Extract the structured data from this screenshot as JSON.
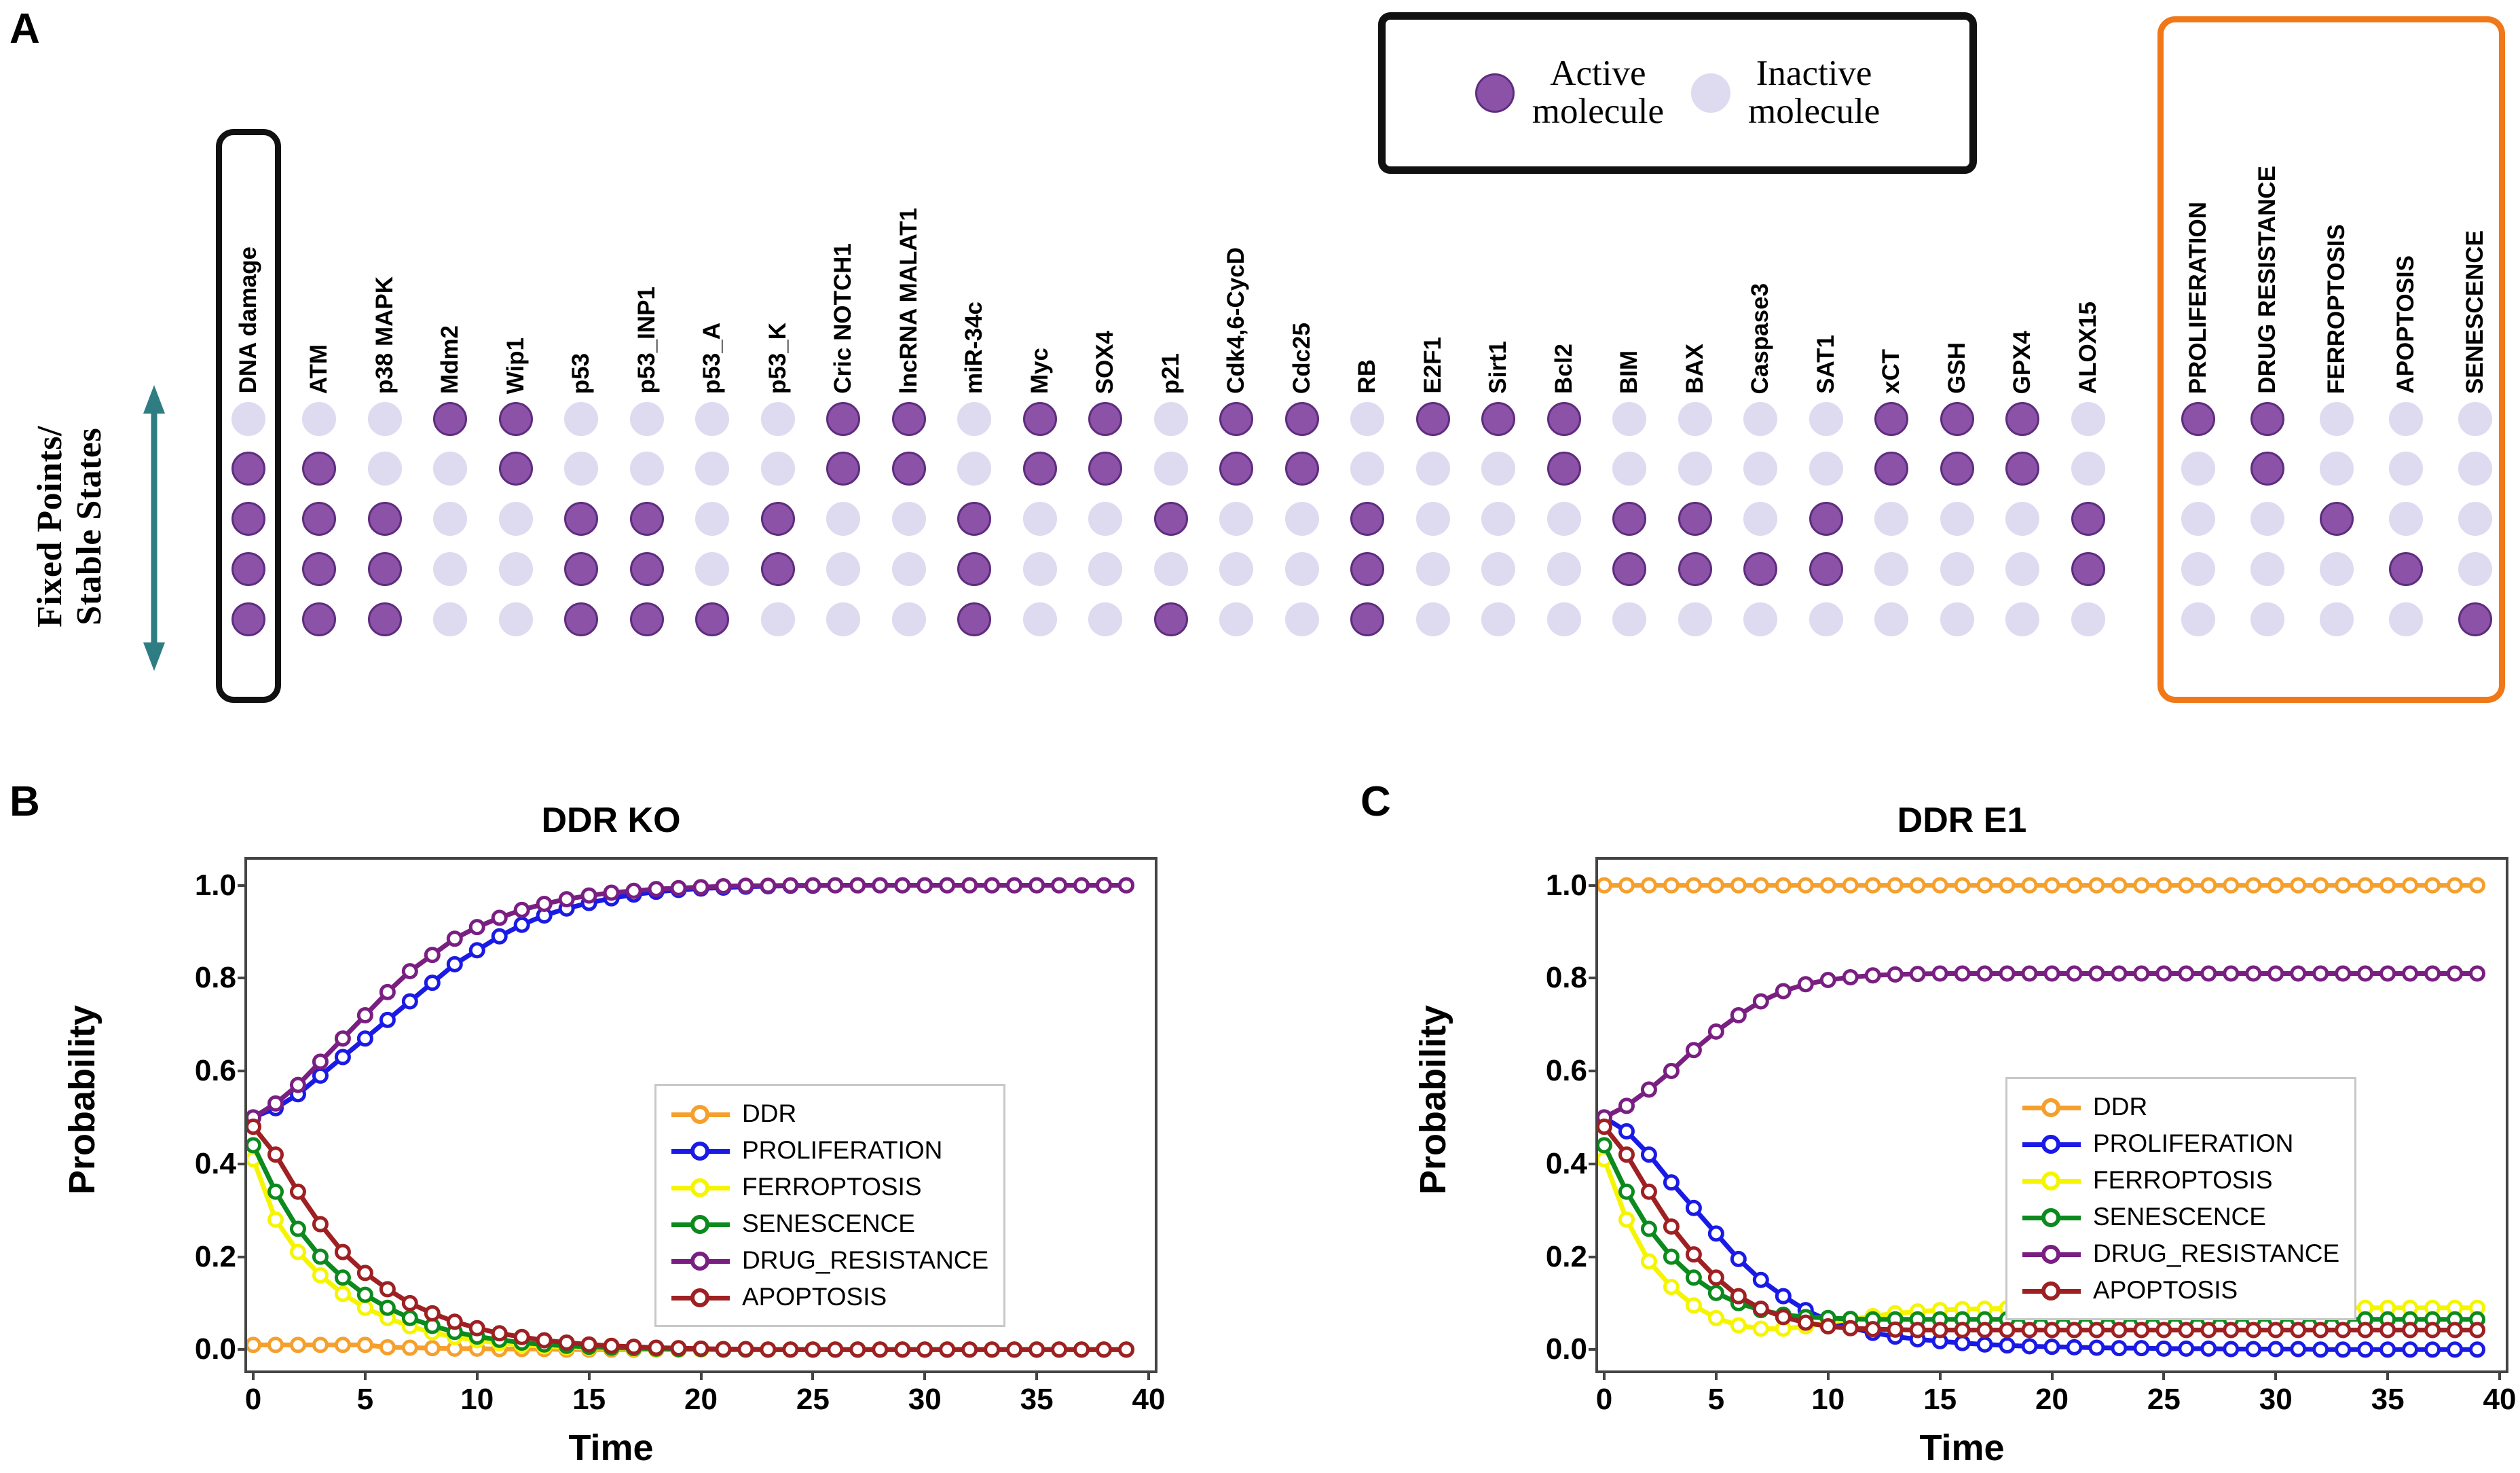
{
  "panels": {
    "a_letter": "A",
    "b_letter": "B",
    "c_letter": "C"
  },
  "panel_a": {
    "axis_label": "Fixed Points/\nStable States",
    "legend": {
      "active_label": "Active\nmolecule",
      "inactive_label": "Inactive\nmolecule",
      "active_color": "#8C52A8",
      "inactive_color": "#DEDAF0"
    },
    "highlight_boxes": {
      "input_box_color": "#111111",
      "input_box_column": "DNA damage",
      "phenotype_box_color": "#F07818",
      "phenotype_box_columns": [
        "PROLIFERATION",
        "DRUG RESISTANCE",
        "FERROPTOSIS",
        "APOPTOSIS",
        "SENESCENCE"
      ]
    },
    "columns": [
      "DNA damage",
      "ATM",
      "p38 MAPK",
      "Mdm2",
      "Wip1",
      "p53",
      "p53_INP1",
      "p53_A",
      "p53_K",
      "Cric NOTCH1",
      "lncRNA MALAT1",
      "miR-34c",
      "Myc",
      "SOX4",
      "p21",
      "Cdk4,6-CycD",
      "Cdc25",
      "RB",
      "E2F1",
      "Sirt1",
      "Bcl2",
      "BIM",
      "BAX",
      "Caspase3",
      "SAT1",
      "xCT",
      "GSH",
      "GPX4",
      "ALOX15",
      "PROLIFERATION",
      "DRUG RESISTANCE",
      "FERROPTOSIS",
      "APOPTOSIS",
      "SENESCENCE"
    ],
    "rows": [
      {
        "name": "state-1",
        "values": [
          0,
          0,
          0,
          1,
          1,
          0,
          0,
          0,
          0,
          1,
          1,
          0,
          1,
          1,
          0,
          1,
          1,
          0,
          1,
          1,
          1,
          0,
          0,
          0,
          0,
          1,
          1,
          1,
          0,
          1,
          1,
          0,
          0,
          0
        ]
      },
      {
        "name": "state-2",
        "values": [
          1,
          1,
          0,
          0,
          1,
          0,
          0,
          0,
          0,
          1,
          1,
          0,
          1,
          1,
          0,
          1,
          1,
          0,
          0,
          0,
          1,
          0,
          0,
          0,
          0,
          1,
          1,
          1,
          0,
          0,
          1,
          0,
          0,
          0
        ]
      },
      {
        "name": "state-3",
        "values": [
          1,
          1,
          1,
          0,
          0,
          1,
          1,
          0,
          1,
          0,
          0,
          1,
          0,
          0,
          1,
          0,
          0,
          1,
          0,
          0,
          0,
          1,
          1,
          0,
          1,
          0,
          0,
          0,
          1,
          0,
          0,
          1,
          0,
          0
        ]
      },
      {
        "name": "state-4",
        "values": [
          1,
          1,
          1,
          0,
          0,
          1,
          1,
          0,
          1,
          0,
          0,
          1,
          0,
          0,
          0,
          0,
          0,
          1,
          0,
          0,
          0,
          1,
          1,
          1,
          1,
          0,
          0,
          0,
          1,
          0,
          0,
          0,
          1,
          0
        ]
      },
      {
        "name": "state-5",
        "values": [
          1,
          1,
          1,
          0,
          0,
          1,
          1,
          1,
          0,
          0,
          0,
          1,
          0,
          0,
          1,
          0,
          0,
          1,
          0,
          0,
          0,
          0,
          0,
          0,
          0,
          0,
          0,
          0,
          0,
          0,
          0,
          0,
          0,
          1
        ]
      }
    ]
  },
  "chart_data": [
    {
      "panel": "B",
      "type": "line",
      "title": "DDR KO",
      "xlabel": "Time",
      "ylabel": "Probability",
      "xlim": [
        0,
        40
      ],
      "ylim": [
        0.0,
        1.0
      ],
      "xticks": [
        0,
        5,
        10,
        15,
        20,
        25,
        30,
        35,
        40
      ],
      "yticks": [
        "0.0",
        "0.2",
        "0.4",
        "0.6",
        "0.8",
        "1.0"
      ],
      "grid": false,
      "legend_position": "center-right",
      "marker": "open-circle",
      "series": [
        {
          "name": "DDR",
          "color": "#F5A02D",
          "values": [
            0.01,
            0.01,
            0.01,
            0.01,
            0.01,
            0.01,
            0.005,
            0.004,
            0.003,
            0.002,
            0.002,
            0.001,
            0.001,
            0.001,
            0.0,
            0.0,
            0.0,
            0.0,
            0.0,
            0.0,
            0.0,
            0.0,
            0.0,
            0.0,
            0.0,
            0.0,
            0.0,
            0.0,
            0.0,
            0.0,
            0.0,
            0.0,
            0.0,
            0.0,
            0.0,
            0.0,
            0.0,
            0.0,
            0.0,
            0.0
          ]
        },
        {
          "name": "PROLIFERATION",
          "color": "#1A1AE6",
          "values": [
            0.5,
            0.52,
            0.55,
            0.59,
            0.63,
            0.67,
            0.71,
            0.75,
            0.79,
            0.83,
            0.86,
            0.89,
            0.915,
            0.935,
            0.95,
            0.962,
            0.972,
            0.98,
            0.986,
            0.99,
            0.993,
            0.995,
            0.997,
            0.998,
            0.999,
            0.999,
            1.0,
            1.0,
            1.0,
            1.0,
            1.0,
            1.0,
            1.0,
            1.0,
            1.0,
            1.0,
            1.0,
            1.0,
            1.0,
            1.0
          ]
        },
        {
          "name": "FERROPTOSIS",
          "color": "#F5F500",
          "values": [
            0.41,
            0.28,
            0.21,
            0.16,
            0.12,
            0.09,
            0.068,
            0.05,
            0.037,
            0.027,
            0.02,
            0.014,
            0.01,
            0.007,
            0.005,
            0.004,
            0.003,
            0.002,
            0.001,
            0.001,
            0.0,
            0.0,
            0.0,
            0.0,
            0.0,
            0.0,
            0.0,
            0.0,
            0.0,
            0.0,
            0.0,
            0.0,
            0.0,
            0.0,
            0.0,
            0.0,
            0.0,
            0.0,
            0.0,
            0.0
          ]
        },
        {
          "name": "SENESCENCE",
          "color": "#0C8A1E",
          "values": [
            0.44,
            0.34,
            0.26,
            0.2,
            0.155,
            0.118,
            0.09,
            0.068,
            0.051,
            0.038,
            0.028,
            0.021,
            0.015,
            0.011,
            0.008,
            0.006,
            0.004,
            0.003,
            0.002,
            0.001,
            0.001,
            0.0,
            0.0,
            0.0,
            0.0,
            0.0,
            0.0,
            0.0,
            0.0,
            0.0,
            0.0,
            0.0,
            0.0,
            0.0,
            0.0,
            0.0,
            0.0,
            0.0,
            0.0,
            0.0
          ]
        },
        {
          "name": "DRUG_RESISTANCE",
          "color": "#7A1F82",
          "values": [
            0.5,
            0.53,
            0.57,
            0.62,
            0.67,
            0.72,
            0.77,
            0.815,
            0.85,
            0.885,
            0.91,
            0.93,
            0.947,
            0.96,
            0.97,
            0.978,
            0.984,
            0.988,
            0.992,
            0.994,
            0.996,
            0.998,
            0.999,
            0.999,
            1.0,
            1.0,
            1.0,
            1.0,
            1.0,
            1.0,
            1.0,
            1.0,
            1.0,
            1.0,
            1.0,
            1.0,
            1.0,
            1.0,
            1.0,
            1.0
          ]
        },
        {
          "name": "APOPTOSIS",
          "color": "#9E2022",
          "values": [
            0.48,
            0.42,
            0.34,
            0.27,
            0.21,
            0.165,
            0.13,
            0.1,
            0.078,
            0.06,
            0.046,
            0.035,
            0.027,
            0.02,
            0.015,
            0.011,
            0.008,
            0.006,
            0.004,
            0.003,
            0.002,
            0.001,
            0.001,
            0.0,
            0.0,
            0.0,
            0.0,
            0.0,
            0.0,
            0.0,
            0.0,
            0.0,
            0.0,
            0.0,
            0.0,
            0.0,
            0.0,
            0.0,
            0.0,
            0.0
          ]
        }
      ]
    },
    {
      "panel": "C",
      "type": "line",
      "title": "DDR E1",
      "xlabel": "Time",
      "ylabel": "Probability",
      "xlim": [
        0,
        40
      ],
      "ylim": [
        0.0,
        1.0
      ],
      "xticks": [
        0,
        5,
        10,
        15,
        20,
        25,
        30,
        35,
        40
      ],
      "yticks": [
        "0.0",
        "0.2",
        "0.4",
        "0.6",
        "0.8",
        "1.0"
      ],
      "grid": false,
      "legend_position": "center-right",
      "marker": "open-circle",
      "series": [
        {
          "name": "DDR",
          "color": "#F5A02D",
          "values": [
            1.0,
            1.0,
            1.0,
            1.0,
            1.0,
            1.0,
            1.0,
            1.0,
            1.0,
            1.0,
            1.0,
            1.0,
            1.0,
            1.0,
            1.0,
            1.0,
            1.0,
            1.0,
            1.0,
            1.0,
            1.0,
            1.0,
            1.0,
            1.0,
            1.0,
            1.0,
            1.0,
            1.0,
            1.0,
            1.0,
            1.0,
            1.0,
            1.0,
            1.0,
            1.0,
            1.0,
            1.0,
            1.0,
            1.0,
            1.0
          ]
        },
        {
          "name": "PROLIFERATION",
          "color": "#1A1AE6",
          "values": [
            0.5,
            0.47,
            0.42,
            0.36,
            0.305,
            0.25,
            0.195,
            0.15,
            0.115,
            0.085,
            0.063,
            0.047,
            0.036,
            0.028,
            0.022,
            0.018,
            0.014,
            0.011,
            0.009,
            0.007,
            0.006,
            0.005,
            0.004,
            0.003,
            0.003,
            0.002,
            0.002,
            0.002,
            0.001,
            0.001,
            0.001,
            0.001,
            0.0,
            0.0,
            0.0,
            0.0,
            0.0,
            0.0,
            0.0,
            0.0
          ]
        },
        {
          "name": "FERROPTOSIS",
          "color": "#F5F500",
          "values": [
            0.41,
            0.28,
            0.19,
            0.135,
            0.095,
            0.068,
            0.052,
            0.045,
            0.045,
            0.05,
            0.058,
            0.065,
            0.072,
            0.078,
            0.082,
            0.085,
            0.087,
            0.088,
            0.089,
            0.09,
            0.09,
            0.09,
            0.09,
            0.09,
            0.09,
            0.09,
            0.09,
            0.09,
            0.09,
            0.09,
            0.09,
            0.09,
            0.09,
            0.09,
            0.09,
            0.09,
            0.09,
            0.09,
            0.09,
            0.09
          ]
        },
        {
          "name": "SENESCENCE",
          "color": "#0C8A1E",
          "values": [
            0.44,
            0.34,
            0.26,
            0.2,
            0.155,
            0.122,
            0.1,
            0.085,
            0.075,
            0.07,
            0.068,
            0.066,
            0.065,
            0.065,
            0.065,
            0.065,
            0.065,
            0.065,
            0.065,
            0.065,
            0.065,
            0.065,
            0.065,
            0.065,
            0.065,
            0.065,
            0.065,
            0.065,
            0.065,
            0.065,
            0.065,
            0.065,
            0.065,
            0.065,
            0.065,
            0.065,
            0.065,
            0.065,
            0.065,
            0.065
          ]
        },
        {
          "name": "DRUG_RESISTANCE",
          "color": "#7A1F82",
          "values": [
            0.5,
            0.525,
            0.56,
            0.6,
            0.645,
            0.685,
            0.72,
            0.75,
            0.772,
            0.787,
            0.796,
            0.802,
            0.806,
            0.808,
            0.809,
            0.81,
            0.81,
            0.81,
            0.81,
            0.81,
            0.81,
            0.81,
            0.81,
            0.81,
            0.81,
            0.81,
            0.81,
            0.81,
            0.81,
            0.81,
            0.81,
            0.81,
            0.81,
            0.81,
            0.81,
            0.81,
            0.81,
            0.81,
            0.81,
            0.81
          ]
        },
        {
          "name": "APOPTOSIS",
          "color": "#9E2022",
          "values": [
            0.48,
            0.42,
            0.34,
            0.265,
            0.205,
            0.155,
            0.115,
            0.088,
            0.07,
            0.058,
            0.05,
            0.046,
            0.044,
            0.043,
            0.042,
            0.042,
            0.042,
            0.042,
            0.042,
            0.042,
            0.042,
            0.042,
            0.042,
            0.042,
            0.042,
            0.042,
            0.042,
            0.042,
            0.042,
            0.042,
            0.042,
            0.042,
            0.042,
            0.042,
            0.042,
            0.042,
            0.042,
            0.042,
            0.042,
            0.042
          ]
        }
      ]
    }
  ]
}
